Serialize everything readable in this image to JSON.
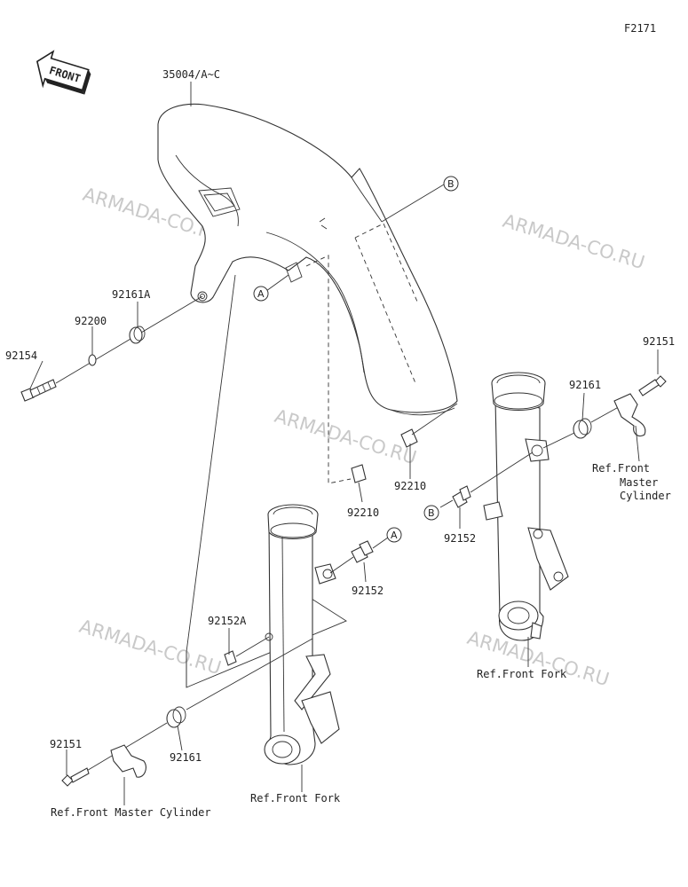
{
  "figure_code": "F2171",
  "front_arrow_label": "FRONT",
  "watermark": "ARMADA-CO.RU",
  "callout_a": "A",
  "callout_b": "B",
  "parts": {
    "fender": "35004/A~C",
    "screw_right": "92151",
    "grommet_right": "92161",
    "bolt_left": "92154",
    "washer": "92200",
    "grommet_a": "92161A",
    "clip_b": "92210",
    "clip_a": "92210",
    "bolt_b": "92152",
    "bolt_a": "92152",
    "bolt_92152a": "92152A",
    "grommet_left": "92161",
    "screw_left": "92151"
  },
  "refs": {
    "master_cyl_right_1": "Ref.Front",
    "master_cyl_right_2": "Master",
    "master_cyl_right_3": "Cylinder",
    "fork_right": "Ref.Front Fork",
    "fork_left": "Ref.Front Fork",
    "master_cyl_left": "Ref.Front Master Cylinder"
  }
}
